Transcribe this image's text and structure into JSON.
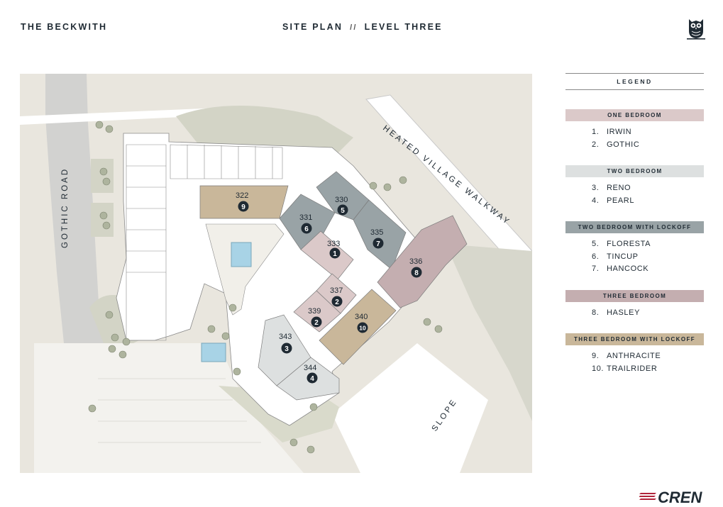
{
  "header": {
    "brand": "THE BECKWITH",
    "plan_title": "SITE PLAN",
    "separator": "//",
    "level": "LEVEL THREE"
  },
  "map": {
    "road_label": "GOTHIC ROAD",
    "walkway_label": "HEATED VILLAGE WALKWAY",
    "slope_label": "SLOPE",
    "units": [
      {
        "unit": "322",
        "type": "9"
      },
      {
        "unit": "330",
        "type": "5"
      },
      {
        "unit": "331",
        "type": "6"
      },
      {
        "unit": "333",
        "type": "1"
      },
      {
        "unit": "335",
        "type": "7"
      },
      {
        "unit": "336",
        "type": "8"
      },
      {
        "unit": "337",
        "type": "2"
      },
      {
        "unit": "339",
        "type": "2"
      },
      {
        "unit": "340",
        "type": "10"
      },
      {
        "unit": "343",
        "type": "3"
      },
      {
        "unit": "344",
        "type": "4"
      }
    ]
  },
  "legend": {
    "title": "LEGEND",
    "groups": [
      {
        "name": "ONE BEDROOM",
        "color": "#dbc9c9",
        "items": [
          {
            "n": "1.",
            "label": "IRWIN"
          },
          {
            "n": "2.",
            "label": "GOTHIC"
          }
        ]
      },
      {
        "name": "TWO BEDROOM",
        "color": "#dde0e0",
        "items": [
          {
            "n": "3.",
            "label": "RENO"
          },
          {
            "n": "4.",
            "label": "PEARL"
          }
        ]
      },
      {
        "name": "TWO BEDROOM WITH LOCKOFF",
        "color": "#99a3a6",
        "items": [
          {
            "n": "5.",
            "label": "FLORESTA"
          },
          {
            "n": "6.",
            "label": "TINCUP"
          },
          {
            "n": "7.",
            "label": "HANCOCK"
          }
        ]
      },
      {
        "name": "THREE BEDROOM",
        "color": "#c4aeb0",
        "items": [
          {
            "n": "8.",
            "label": "HASLEY"
          }
        ]
      },
      {
        "name": "THREE BEDROOM WITH LOCKOFF",
        "color": "#c9b79a",
        "items": [
          {
            "n": "9.",
            "label": "ANTHRACITE"
          },
          {
            "n": "10.",
            "label": "TRAILRIDER"
          }
        ]
      }
    ]
  },
  "colors": {
    "ground": "#e9e6de",
    "road": "#c9c9c9",
    "green": "#c9ccb8",
    "building": "#ffffff",
    "pool": "#a8d3e6",
    "badge": "#1f2a33",
    "cren_red": "#b0243a"
  },
  "logos": {
    "brand_mark": "owl-logo",
    "footer": "CREN"
  }
}
